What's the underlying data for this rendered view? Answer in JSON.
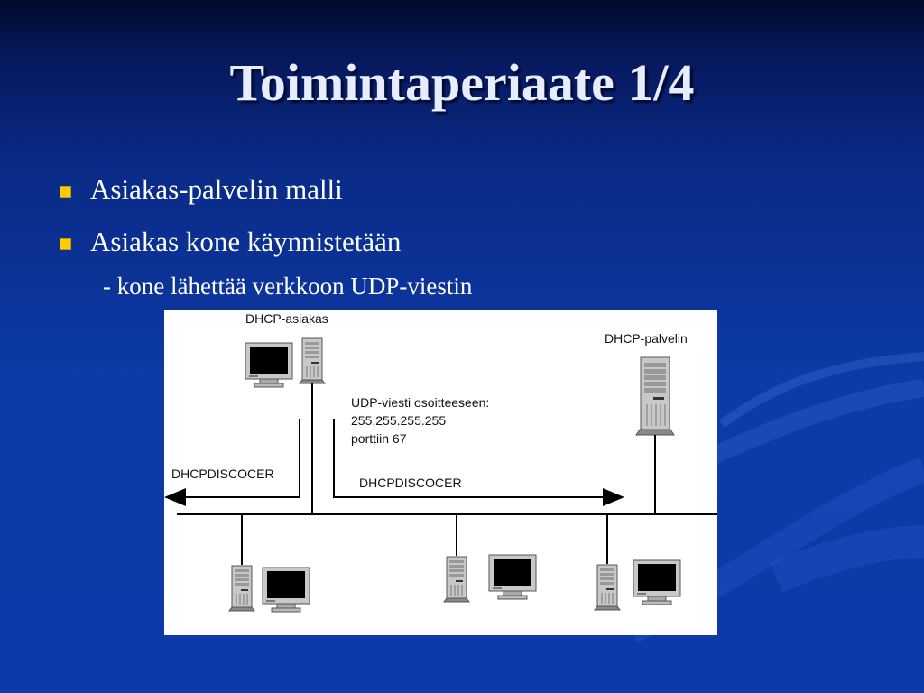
{
  "slide": {
    "title": "Toimintaperiaate 1/4",
    "bullets": [
      "Asiakas-palvelin malli",
      "Asiakas kone käynnistetään"
    ],
    "sub_bullet": "- kone lähettää verkkoon UDP-viestin"
  },
  "diagram": {
    "client_label": "DHCP-asiakas",
    "server_label": "DHCP-palvelin",
    "message_line1": "UDP-viesti osoitteeseen:",
    "message_line2": "255.255.255.255",
    "message_line3": "porttiin 67",
    "left_arrow_label": "DHCPDISCOCER",
    "right_arrow_label": "DHCPDISCOCER"
  },
  "colors": {
    "background": "#0c3aa8",
    "title": "#e8ecff",
    "bullet": "#ffcc00",
    "text": "#ffffff"
  }
}
